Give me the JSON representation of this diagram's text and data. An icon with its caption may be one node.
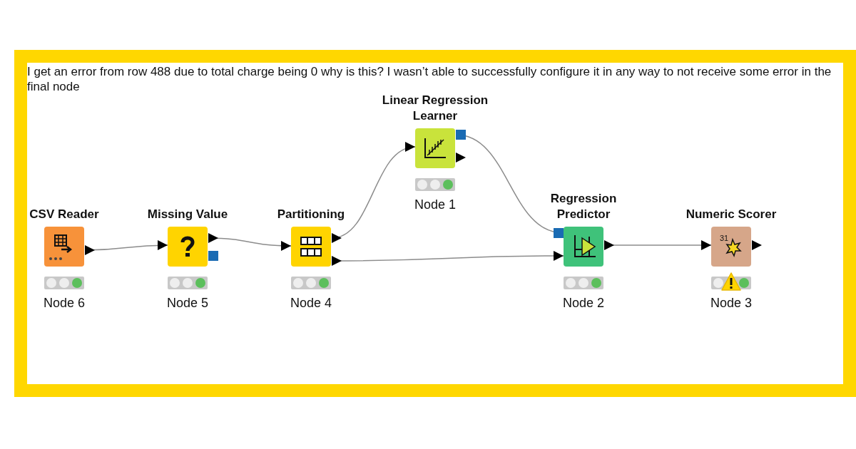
{
  "diagram": {
    "nodes": [
      {
        "text": [
          "CSV Reader"
        ],
        "beside": [
          "Node 6"
        ]
      },
      {
        "text": [
          "Missing Value"
        ],
        "beside": [
          "Node 5"
        ]
      },
      {
        "text": [
          "Partitioning"
        ],
        "beside": [
          "Node 4"
        ]
      },
      {
        "text": [
          "Linear Regression Learner"
        ],
        "beside": [
          "Node 1"
        ]
      },
      {
        "text": [
          "Regression Predictor"
        ],
        "beside": [
          "Node 2"
        ]
      },
      {
        "text": [
          "Numeric Scorer"
        ],
        "beside": [
          "Node 3"
        ]
      }
    ],
    "edges": [
      {
        "from": 0,
        "to": 1,
        "arrow": "to"
      },
      {
        "from": 1,
        "to": 2,
        "arrow": "to"
      },
      {
        "from": 2,
        "to": 3,
        "arrow": "to"
      },
      {
        "from": 2,
        "to": 4,
        "arrow": "to"
      },
      {
        "from": 3,
        "to": 4,
        "arrow": "other"
      },
      {
        "from": 4,
        "to": 5,
        "arrow": "to"
      }
    ],
    "labels": [
      "I get an error from row 488 due to total charge being 0 why is this? I wasn’t able to successfully configure it in any way to not receive some error in the final node",
      "31"
    ]
  }
}
